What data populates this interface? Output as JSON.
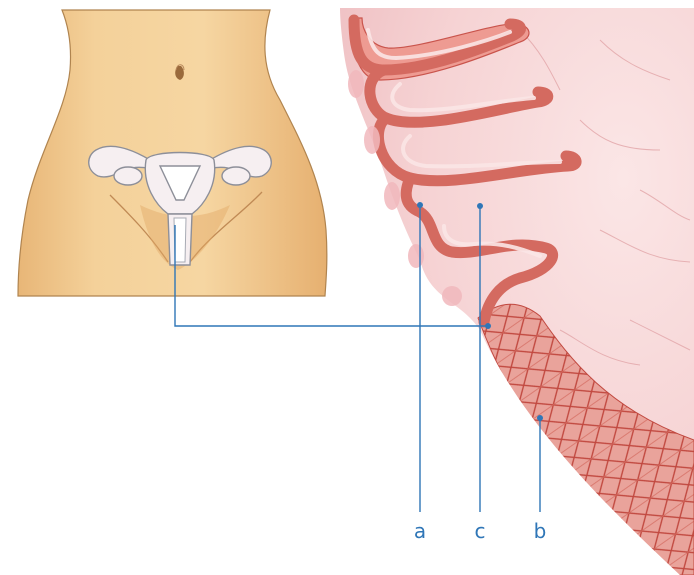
{
  "figure": {
    "callouts": [
      {
        "id": "a",
        "label": "a"
      },
      {
        "id": "c",
        "label": "c"
      },
      {
        "id": "b",
        "label": "b"
      }
    ]
  },
  "colors": {
    "skin": "#f0c98d",
    "skin_outline": "#a07a50",
    "organ_fill": "#f7eef0",
    "organ_outline": "#8c8c96",
    "tissue_bg": "#f6d7d8",
    "tissue_edge": "#e7a9ad",
    "epithelium": "#e88f86",
    "epithelium_dark": "#c9544c",
    "muscle": "#e79a92",
    "muscle_line": "#bf4a43",
    "leader": "#2f76b7"
  }
}
